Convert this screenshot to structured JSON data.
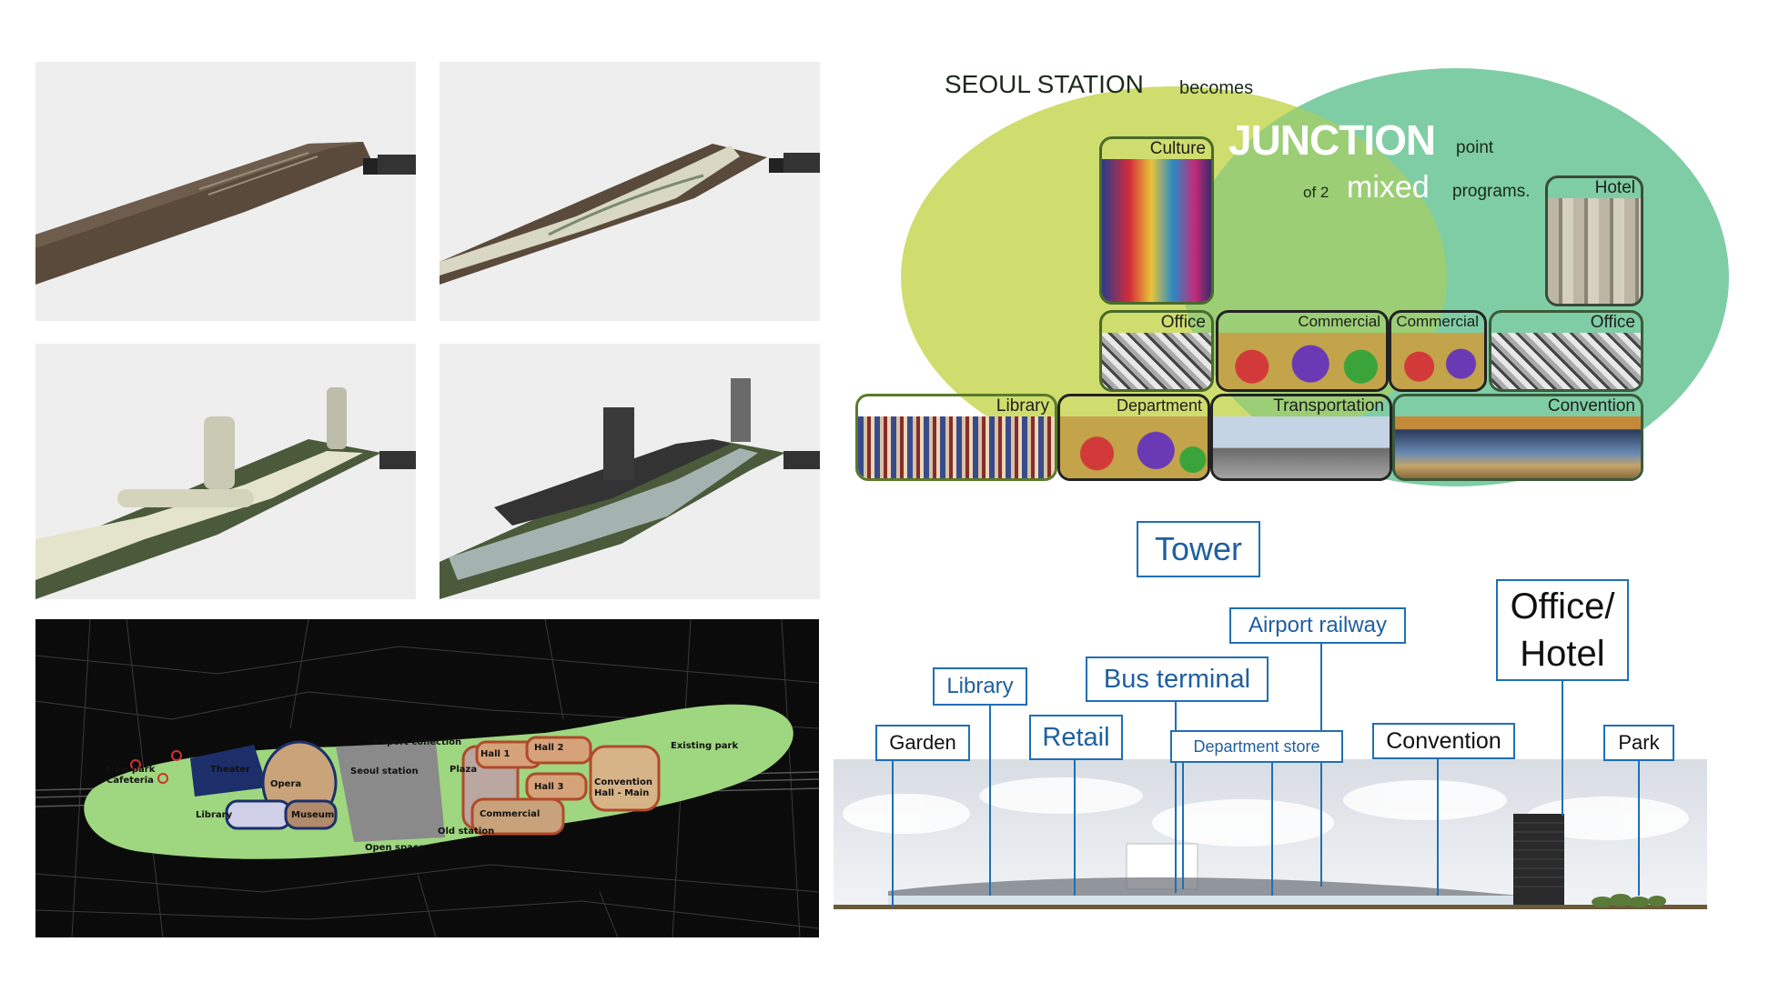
{
  "colors": {
    "venn_left": "#cfdd6e",
    "venn_right": "#7fcda4",
    "venn_overlap": "#9cce76",
    "callout_border": "#1f6fb5",
    "map_green": "#9fd680"
  },
  "map": {
    "labels": {
      "airport": "Airport conection",
      "theater": "Theater",
      "opera": "Opera",
      "seoul_station": "Seoul station",
      "plaza": "Plaza",
      "hall1": "Hall 1",
      "hall2": "Hall 2",
      "hall3": "Hall 3",
      "convention": "Convention\nHall - Main",
      "existing_park": "Existing park",
      "new_park": "New park\nCafeteria",
      "library": "Library",
      "museum": "Museum",
      "commercial": "Commercial",
      "old_station": "Old station",
      "open_space": "Open space"
    }
  },
  "venn": {
    "title_a": "SEOUL STATION",
    "title_b": "becomes",
    "junction": "JUNCTION",
    "point": "point",
    "of2": "of 2",
    "mixed": "mixed",
    "programs": "programs.",
    "tiles": {
      "culture": "Culture",
      "hotel": "Hotel",
      "office_left": "Office",
      "commercial_a": "Commercial",
      "commercial_b": "Commercial",
      "office_right": "Office",
      "library": "Library",
      "department": "Department",
      "transportation": "Transportation",
      "convention": "Convention"
    }
  },
  "section": {
    "tower": "Tower",
    "office_hotel_1": "Office/",
    "office_hotel_2": "Hotel",
    "airport_railway": "Airport railway",
    "bus_terminal": "Bus terminal",
    "library": "Library",
    "retail": "Retail",
    "garden": "Garden",
    "department_store": "Department store",
    "convention": "Convention",
    "park": "Park"
  }
}
